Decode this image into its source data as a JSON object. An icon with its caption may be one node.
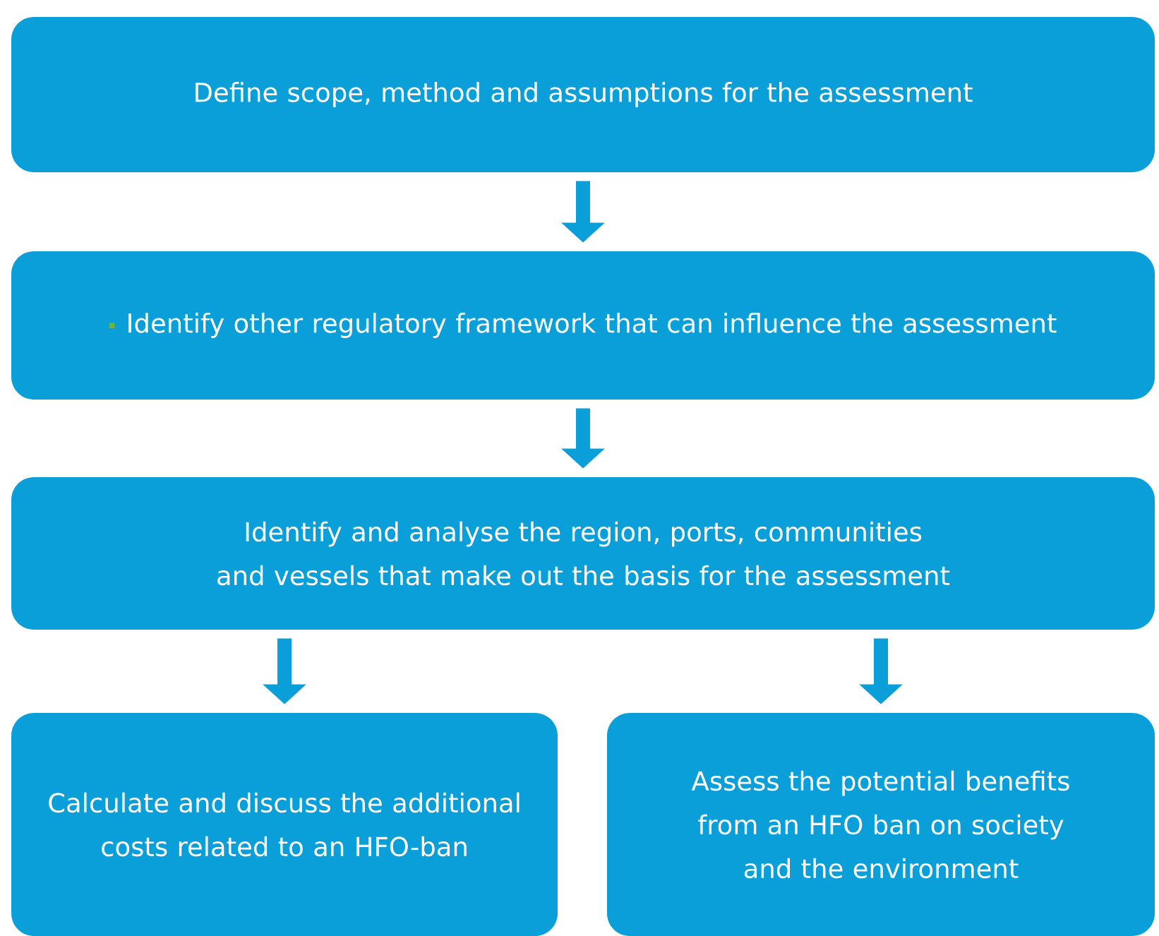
{
  "diagram": {
    "nodes": [
      {
        "text": [
          "Define scope, method and assumptions for the assessment"
        ]
      },
      {
        "text": [
          "Identify other regulatory framework that can influence the assessment"
        ]
      },
      {
        "text": [
          "Identify and analyse the region, ports, communities and vessels that make out the basis for the assessment"
        ]
      },
      {
        "text": [
          "Calculate and discuss the additional costs related to an HFO-ban"
        ]
      },
      {
        "text": [
          "Assess the potential benefits from an HFO ban on society and the environment"
        ]
      }
    ],
    "edges": [
      {
        "from": 0,
        "to": 1,
        "arrow": "to"
      },
      {
        "from": 1,
        "to": 2,
        "arrow": "to"
      },
      {
        "from": 2,
        "to": 3,
        "arrow": "to"
      },
      {
        "from": 2,
        "to": 4,
        "arrow": "to"
      }
    ]
  }
}
